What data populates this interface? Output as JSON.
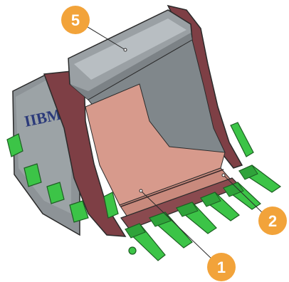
{
  "diagram": {
    "brand_logo_text": "IIBM",
    "callouts": [
      {
        "id": "callout-5",
        "label": "5"
      },
      {
        "id": "callout-2",
        "label": "2"
      },
      {
        "id": "callout-1",
        "label": "1"
      }
    ],
    "colors": {
      "callout": "#f2a33a",
      "steel_grey": "#9aa0a4",
      "side_plate": "#8a4a4f",
      "interior_floor": "#d79a8c",
      "teeth_green": "#3cc447",
      "outline": "#2a2a2a"
    }
  }
}
